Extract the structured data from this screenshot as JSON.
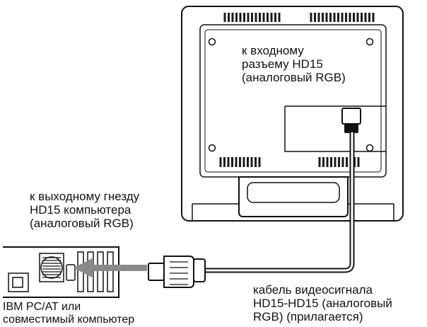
{
  "labels": {
    "monitor_input": [
      "к входному",
      "разъему HD15",
      "(аналоговый RGB)"
    ],
    "computer_output": [
      "к выходному гнезду",
      "HD15 компьютера",
      "(аналоговый RGB)"
    ],
    "computer": [
      "IBM PC/AT или",
      "совместимый компьютер"
    ],
    "cable": [
      "кабель видеосигнала",
      "HD15-HD15 (аналоговый",
      "RGB) (прилагается)"
    ]
  },
  "colors": {
    "line": "#111111",
    "vent": "#1a1a1a",
    "arrow": "#888888",
    "panel": "#ffffff"
  }
}
